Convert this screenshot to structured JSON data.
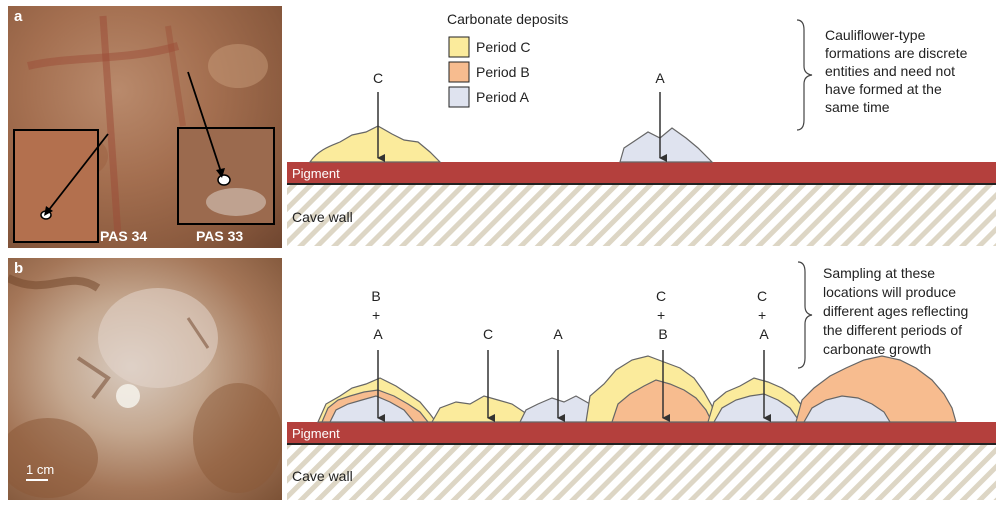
{
  "panel_a": {
    "letter": "a",
    "inset_left_label": "PAS 34",
    "inset_right_label": "PAS 33"
  },
  "panel_b": {
    "letter": "b",
    "scale_label": "1 cm"
  },
  "legend": {
    "title": "Carbonate deposits",
    "items": [
      {
        "label": "Period C",
        "color": "#fbeb9c"
      },
      {
        "label": "Period B",
        "color": "#f7bc8f"
      },
      {
        "label": "Period A",
        "color": "#dfe3ef"
      }
    ]
  },
  "diagram_top": {
    "pigment_label": "Pigment",
    "wall_label": "Cave wall",
    "markers": [
      "C",
      "A"
    ],
    "note_lines": [
      "Cauliflower-type",
      "formations are discrete",
      "entities and need not",
      "have formed at the",
      "same time"
    ]
  },
  "diagram_bottom": {
    "pigment_label": "Pigment",
    "wall_label": "Cave wall",
    "markers": [
      [
        "B",
        "+",
        "A"
      ],
      [
        "C"
      ],
      [
        "A"
      ],
      [
        "C",
        "+",
        "B"
      ],
      [
        "C",
        "+",
        "A"
      ]
    ],
    "note_lines": [
      "Sampling at these",
      "locations will produce",
      "different ages reflecting",
      "the different periods of",
      "carbonate growth"
    ]
  },
  "colors": {
    "pigment": "#b4403d",
    "period_c": "#fbeb9c",
    "period_b": "#f7bc8f",
    "period_a": "#dfe3ef",
    "outline": "#444444"
  }
}
